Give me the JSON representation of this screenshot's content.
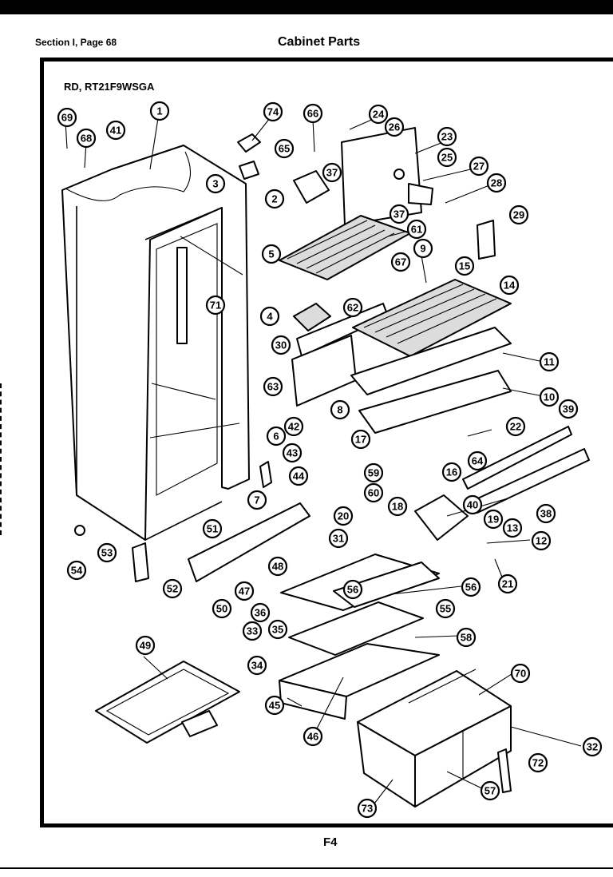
{
  "header": {
    "section": "Section I, Page 68",
    "title": "Cabinet Parts"
  },
  "model": "RD, RT21F9WSGA",
  "page_code": "F4",
  "callouts": [
    "69",
    "68",
    "41",
    "1",
    "74",
    "66",
    "24",
    "26",
    "23",
    "25",
    "27",
    "28",
    "65",
    "37",
    "3",
    "2",
    "61",
    "29",
    "5",
    "9",
    "67",
    "15",
    "14",
    "71",
    "4",
    "62",
    "30",
    "11",
    "63",
    "10",
    "39",
    "8",
    "42",
    "6",
    "22",
    "43",
    "17",
    "16",
    "64",
    "59",
    "44",
    "60",
    "7",
    "40",
    "38",
    "19",
    "20",
    "18",
    "13",
    "12",
    "31",
    "51",
    "53",
    "54",
    "52",
    "50",
    "48",
    "47",
    "56",
    "21",
    "36",
    "33",
    "35",
    "55",
    "58",
    "49",
    "34",
    "45",
    "46",
    "70",
    "32",
    "72",
    "57",
    "73"
  ]
}
